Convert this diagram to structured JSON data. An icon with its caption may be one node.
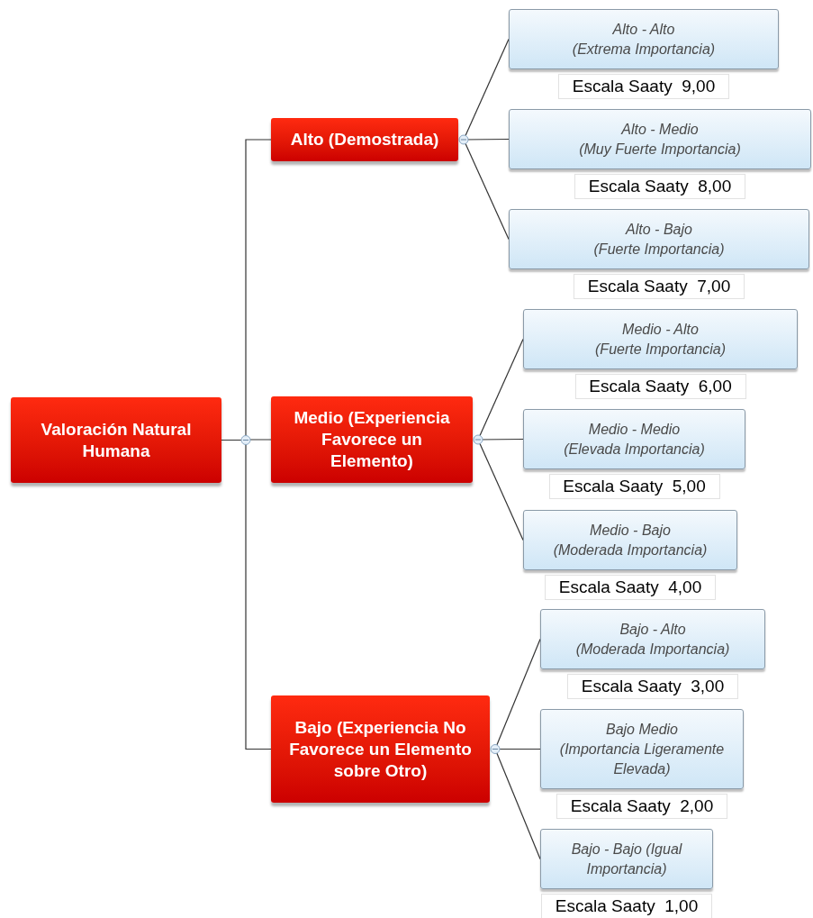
{
  "diagram": {
    "nodes": [
      {
        "text": [
          "Valoración Natural Humana"
        ]
      },
      {
        "text": [
          "Alto (Demostrada)"
        ]
      },
      {
        "text": [
          "Medio (Experiencia Favorece un Elemento)"
        ]
      },
      {
        "text": [
          "Bajo (Experiencia No Favorece un Elemento sobre Otro)"
        ]
      },
      {
        "text": [
          "Alto - Alto",
          "(Extrema Importancia)"
        ],
        "beside": [
          "Escala Saaty  9,00"
        ]
      },
      {
        "text": [
          "Alto - Medio",
          "(Muy Fuerte Importancia)"
        ],
        "beside": [
          "Escala Saaty  8,00"
        ]
      },
      {
        "text": [
          "Alto - Bajo",
          "(Fuerte Importancia)"
        ],
        "beside": [
          "Escala Saaty  7,00"
        ]
      },
      {
        "text": [
          "Medio - Alto",
          "(Fuerte Importancia)"
        ],
        "beside": [
          "Escala Saaty  6,00"
        ]
      },
      {
        "text": [
          "Medio - Medio",
          "(Elevada Importancia)"
        ],
        "beside": [
          "Escala Saaty  5,00"
        ]
      },
      {
        "text": [
          "Medio - Bajo",
          "(Moderada Importancia)"
        ],
        "beside": [
          "Escala Saaty  4,00"
        ]
      },
      {
        "text": [
          "Bajo - Alto",
          "(Moderada Importancia)"
        ],
        "beside": [
          "Escala Saaty  3,00"
        ]
      },
      {
        "text": [
          "Bajo Medio",
          "(Importancia Ligeramente Elevada)"
        ],
        "beside": [
          "Escala Saaty  2,00"
        ]
      },
      {
        "text": [
          "Bajo - Bajo (Igual Importancia)"
        ],
        "beside": [
          "Escala Saaty  1,00"
        ]
      }
    ],
    "edges": [
      {
        "from": 0,
        "to": 1,
        "arrow": "none"
      },
      {
        "from": 0,
        "to": 2,
        "arrow": "none"
      },
      {
        "from": 0,
        "to": 3,
        "arrow": "none"
      },
      {
        "from": 1,
        "to": 4,
        "arrow": "none"
      },
      {
        "from": 1,
        "to": 5,
        "arrow": "none"
      },
      {
        "from": 1,
        "to": 6,
        "arrow": "none"
      },
      {
        "from": 2,
        "to": 7,
        "arrow": "none"
      },
      {
        "from": 2,
        "to": 8,
        "arrow": "none"
      },
      {
        "from": 2,
        "to": 9,
        "arrow": "none"
      },
      {
        "from": 3,
        "to": 10,
        "arrow": "none"
      },
      {
        "from": 3,
        "to": 11,
        "arrow": "none"
      },
      {
        "from": 3,
        "to": 12,
        "arrow": "none"
      }
    ]
  }
}
